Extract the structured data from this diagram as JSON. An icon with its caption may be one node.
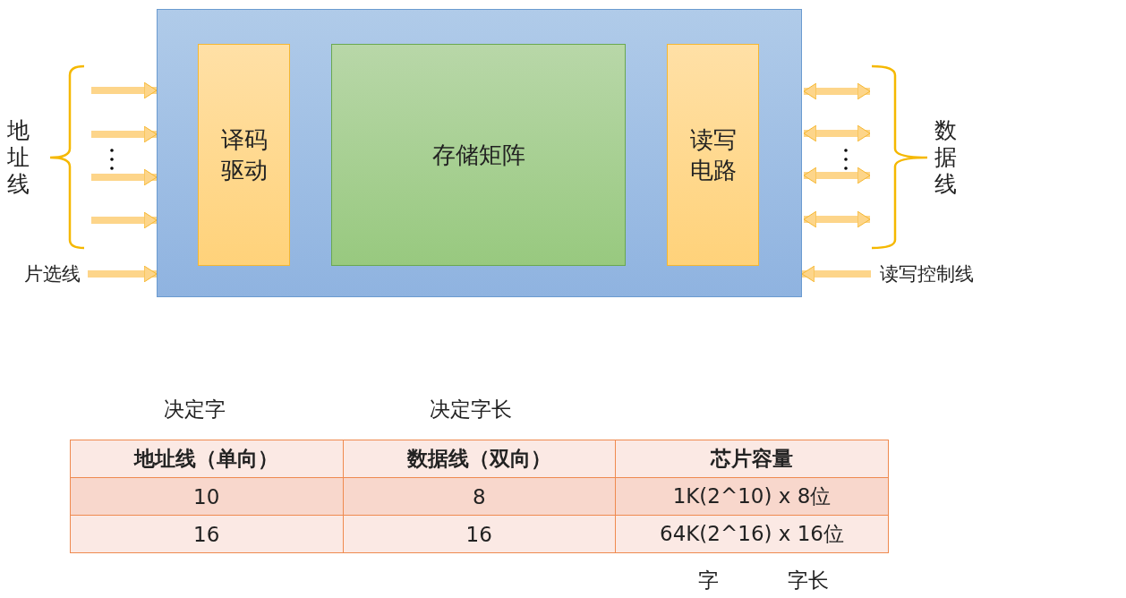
{
  "diagram": {
    "nodes": [
      {
        "text": [],
        "shape": "box"
      },
      {
        "text": [
          "译码驱动"
        ],
        "in": 0
      },
      {
        "text": [
          "存储矩阵"
        ],
        "in": 0
      },
      {
        "text": [
          "读写电路"
        ],
        "in": 0
      },
      {
        "text": [
          "地址线"
        ]
      },
      {
        "text": [
          "数据线"
        ]
      },
      {
        "text": [
          "片选线"
        ]
      },
      {
        "text": [
          "读写控制线"
        ]
      }
    ],
    "edges": [
      {
        "from": 4,
        "to": 0,
        "arrow": "to"
      },
      {
        "from": 4,
        "to": 0,
        "arrow": "to"
      },
      {
        "from": 4,
        "to": 0,
        "arrow": "to"
      },
      {
        "from": 4,
        "to": 0,
        "arrow": "to"
      },
      {
        "from": 6,
        "to": 0,
        "arrow": "to"
      },
      {
        "from": 0,
        "to": 5,
        "arrow": "both"
      },
      {
        "from": 0,
        "to": 5,
        "arrow": "both"
      },
      {
        "from": 0,
        "to": 5,
        "arrow": "both"
      },
      {
        "from": 0,
        "to": 5,
        "arrow": "both"
      },
      {
        "from": 7,
        "to": 0,
        "arrow": "to"
      }
    ],
    "labels": [
      "决定字",
      "决定字长",
      "地址线（单向）",
      "数据线（双向）",
      "芯片容量",
      "10",
      "8",
      "1K(2^10) x 8位",
      "16",
      "16",
      "64K(2^16) x 16位",
      "字",
      "字长"
    ]
  }
}
